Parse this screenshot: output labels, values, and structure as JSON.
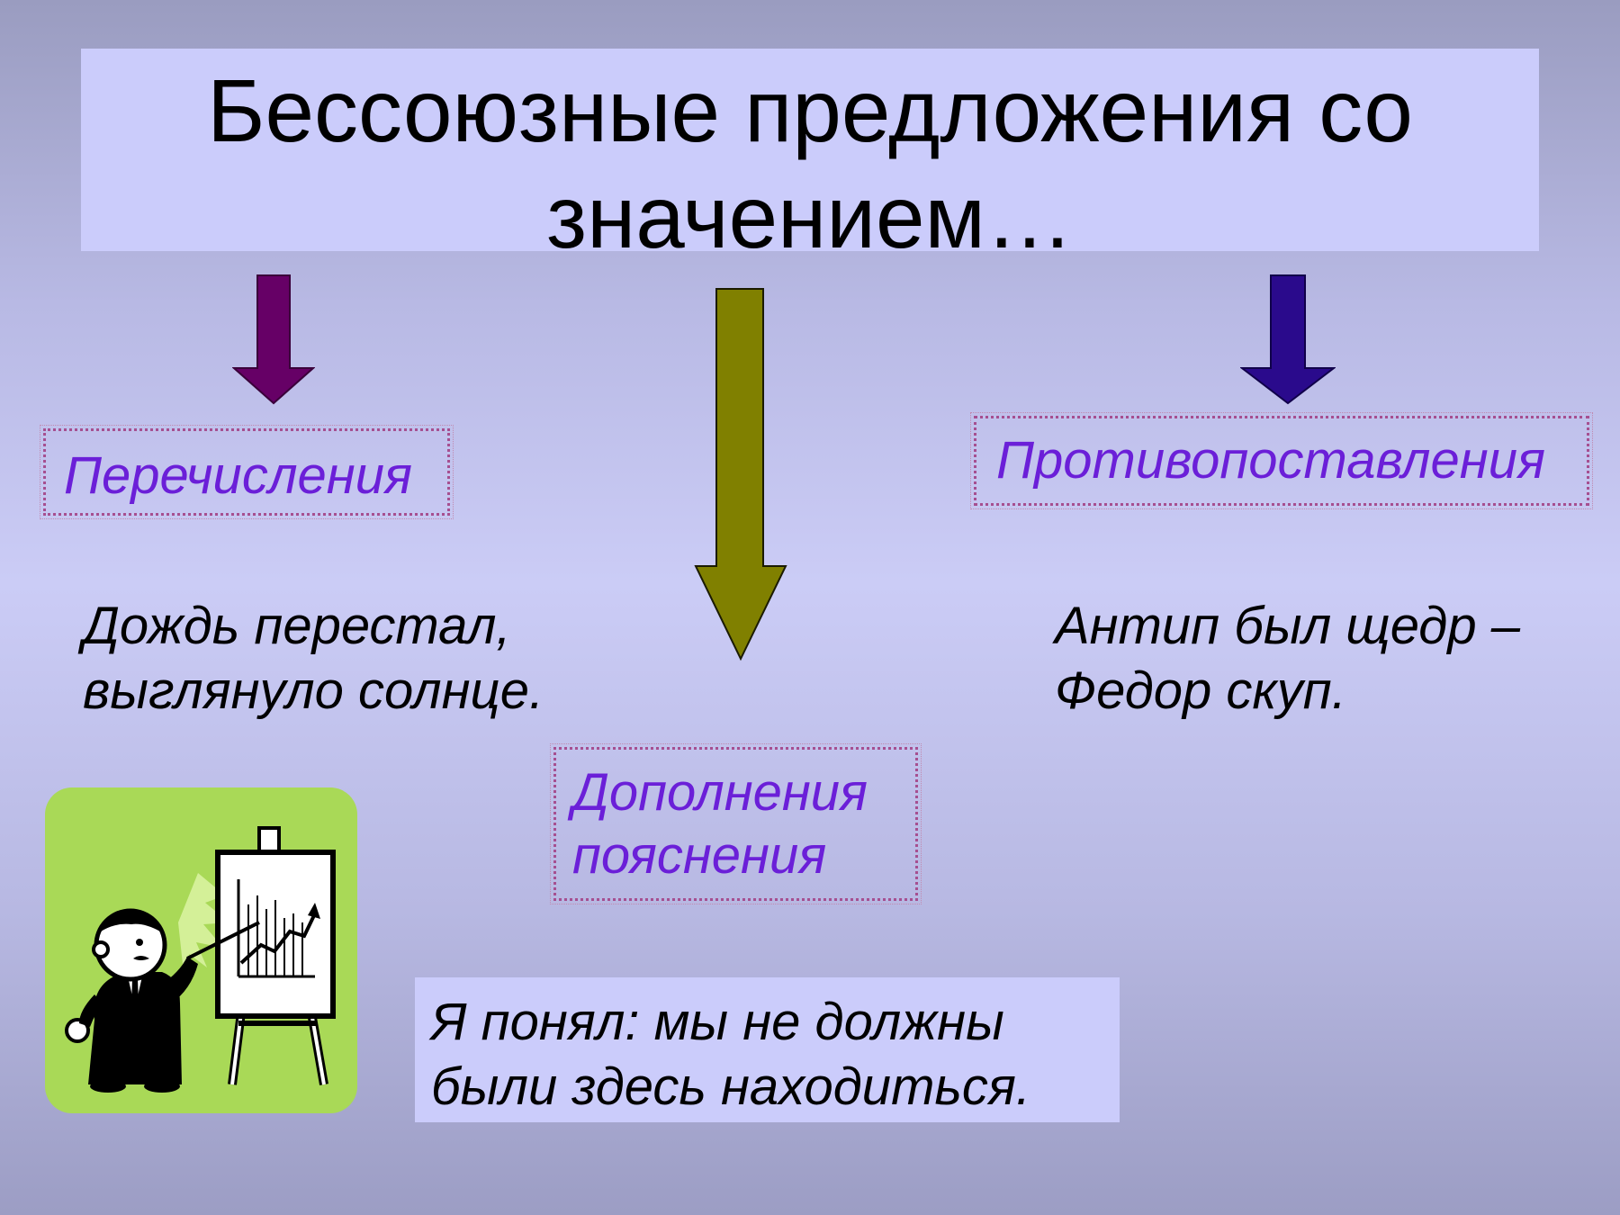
{
  "title": {
    "line1": "Бессоюзные предложения со",
    "line2": "значением…"
  },
  "categories": [
    {
      "label": "Перечисления",
      "example_line1": "Дождь перестал,",
      "example_line2": "выглянуло солнце."
    },
    {
      "label": "Противопоставления",
      "example_line1": "Антип был щедр –",
      "example_line2": "Федор скуп."
    },
    {
      "label_line1": "Дополнения",
      "label_line2": "пояснения",
      "example_line1": "Я понял: мы не должны",
      "example_line2": "были здесь находиться."
    }
  ],
  "colors": {
    "background": "#c0c1ef",
    "title_box": "#cbccfb",
    "label_text": "#6b1fd8",
    "label_border": "#a64f90",
    "arrow_left": "#660066",
    "arrow_center": "#808000",
    "arrow_right": "#2a0a8c",
    "clipart_bg": "#a9d957"
  },
  "clipart": {
    "icon": "presenter-with-chart-icon"
  }
}
